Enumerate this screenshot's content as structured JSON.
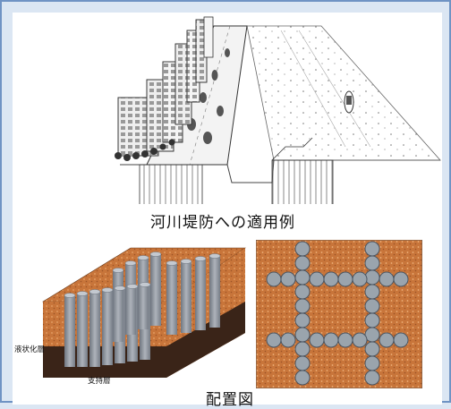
{
  "figure": {
    "river_caption": "河川堤防への適用例",
    "layout_caption": "配置図",
    "soil_labels": {
      "liquefaction_layer": "液状化層",
      "support_layer": "支持層"
    }
  },
  "colors": {
    "frame_border": "#6f93c4",
    "frame_background": "#dbe6f3",
    "soil_orange": "#c8753a",
    "soil_dark": "#3a2418",
    "column_gray": "#8a9099",
    "column_light": "#aeb3bb",
    "circle_gray": "#9aa4ad"
  }
}
